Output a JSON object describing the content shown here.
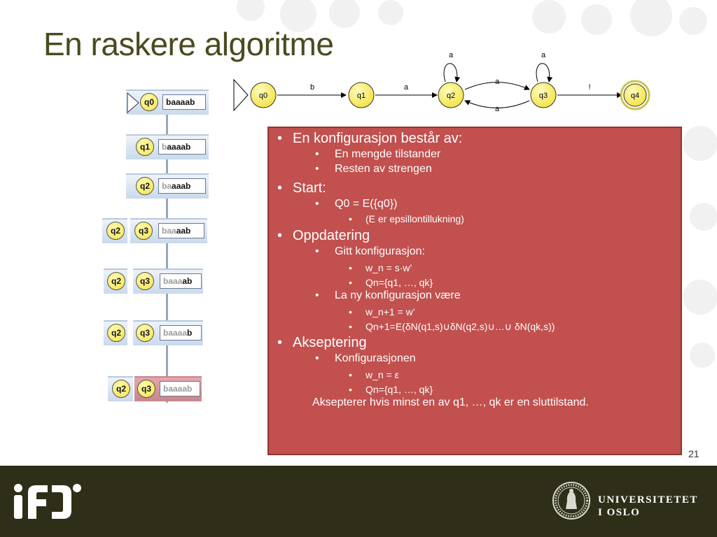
{
  "slide": {
    "title": "En raskere algoritme",
    "page_number": "21"
  },
  "nfa": {
    "states": [
      "q0",
      "q1",
      "q2",
      "q3",
      "q4"
    ],
    "accepting_state": "q4",
    "transitions": [
      {
        "from": "q0",
        "to": "q1",
        "label": "b"
      },
      {
        "from": "q1",
        "to": "q2",
        "label": "a"
      },
      {
        "from": "q2",
        "to": "q2",
        "label": "a"
      },
      {
        "from": "q2",
        "to": "q3",
        "label": "a"
      },
      {
        "from": "q3",
        "to": "q2",
        "label": "a"
      },
      {
        "from": "q3",
        "to": "q3",
        "label": "a"
      },
      {
        "from": "q3",
        "to": "q4",
        "label": "!"
      }
    ],
    "state_fill": "#fef36a",
    "accepting_ring": "#c8c64c"
  },
  "trace": {
    "rows": [
      {
        "states": [
          "q0"
        ],
        "used": "",
        "rest": "baaaab",
        "start": true
      },
      {
        "states": [
          "q1"
        ],
        "used": "b",
        "rest": "aaaab"
      },
      {
        "states": [
          "q2"
        ],
        "used": "ba",
        "rest": "aaab"
      },
      {
        "states": [
          "q2",
          "q3"
        ],
        "used": "baa",
        "rest": "aab"
      },
      {
        "states": [
          "q2",
          "q3"
        ],
        "used": "baaa",
        "rest": "ab"
      },
      {
        "states": [
          "q2",
          "q3"
        ],
        "used": "baaaa",
        "rest": "b"
      },
      {
        "states": [
          "q2",
          "q3"
        ],
        "used": "baaaab",
        "rest": "",
        "final": true
      }
    ]
  },
  "content": {
    "konfig": {
      "heading": "En konfigurasjon består av:",
      "items": [
        "En mengde tilstander",
        "Resten av strengen"
      ]
    },
    "start": {
      "heading": "Start:",
      "item": "Q0 = E({q0})",
      "note": "(E er epsillontillukning)"
    },
    "oppdatering": {
      "heading": "Oppdatering",
      "gitt": "Gitt konfigurasjon:",
      "gitt_items": [
        "w_n = s·w’",
        "Qn={q1, …, qk}"
      ],
      "la": "La ny konfigurasjon være",
      "la_item1": "w_n+1 = w’",
      "la_item2": "Qn+1=E(δN(q1,s)∪δN(q2,s)∪…∪ δN(qk,s))"
    },
    "akseptering": {
      "heading": "Akseptering",
      "konfigurasjonen": "Konfigurasjonen",
      "items": [
        "w_n = ε",
        "Qn={q1, …, qk}"
      ],
      "accept_text": "Aksepterer hvis minst en av q1, …, qk er en sluttilstand."
    },
    "box_color": "#c1504e"
  },
  "footer": {
    "logo_left": "ifi",
    "university_line1": "UNIVERSITETET",
    "university_line2": "I OSLO",
    "seal_icon": "uio-seal-icon",
    "background": "#2f2f19"
  }
}
